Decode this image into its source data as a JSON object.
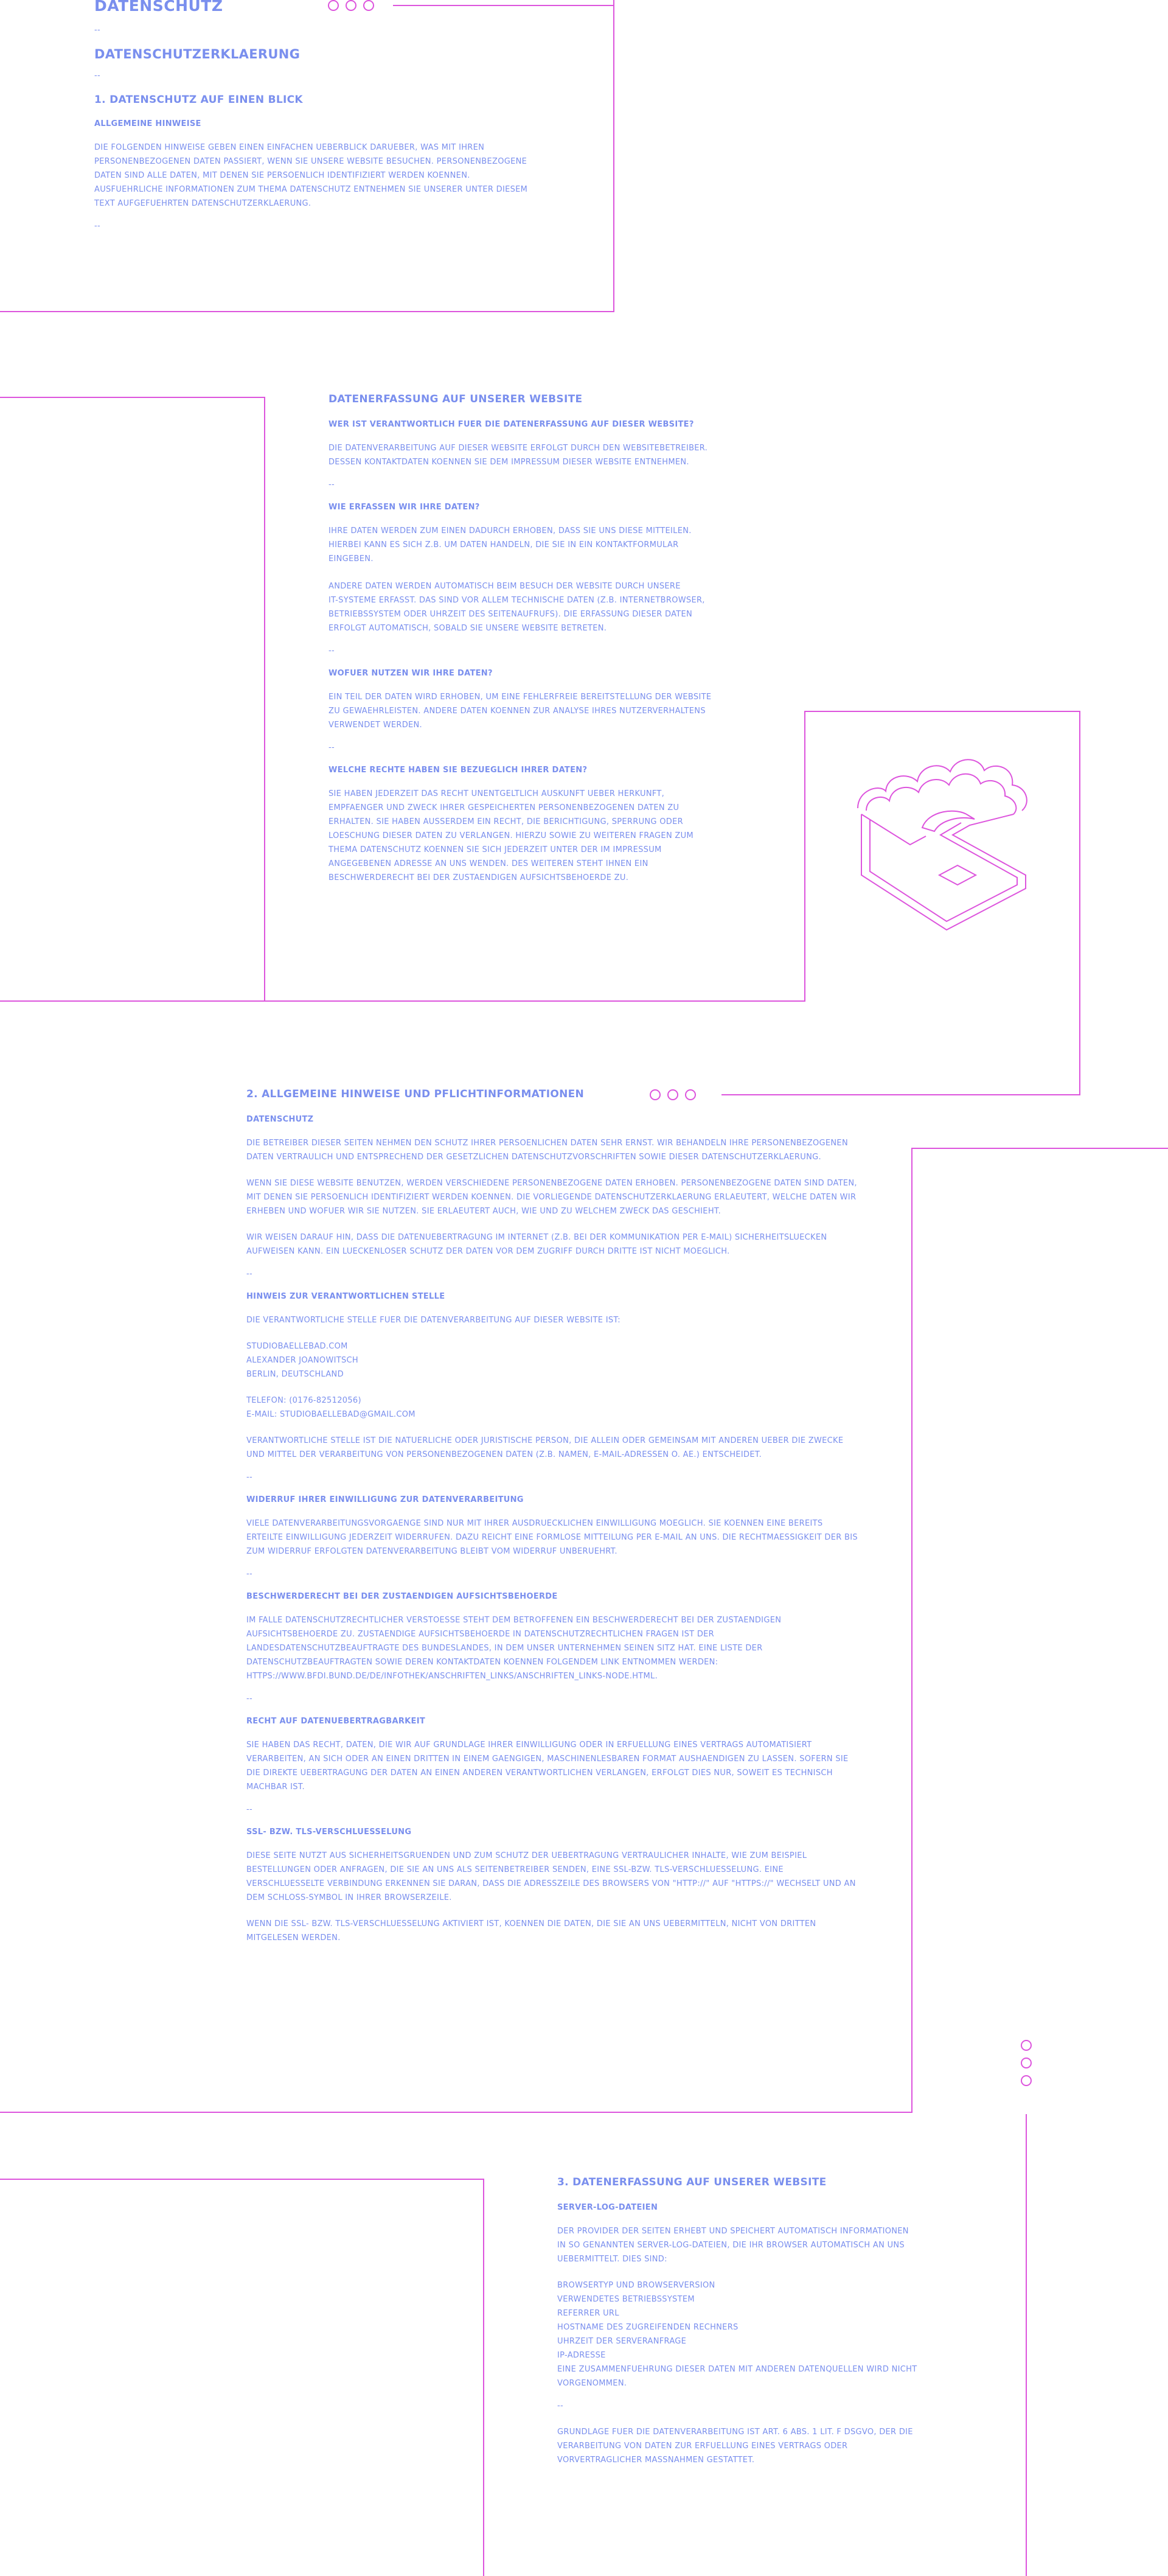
{
  "colors": {
    "text": "#7a8fee",
    "frame": "#dd55dd",
    "background": "#ffffff"
  },
  "section1": {
    "title": "DATENSCHUTZ",
    "sep1": "--",
    "subtitle": "DATENSCHUTZERKLAERUNG",
    "sep2": "--",
    "heading": "1. DATENSCHUTZ AUF EINEN BLICK",
    "subheading": "ALLGEMEINE HINWEISE",
    "paragraph": "DIE FOLGENDEN HINWEISE GEBEN EINEN EINFACHEN UEBERBLICK DARUEBER, WAS MIT IHREN\nPERSONENBEZOGENEN DATEN PASSIERT, WENN SIE UNSERE WEBSITE BESUCHEN. PERSONENBEZOGENE\nDATEN SIND ALLE DATEN, MIT DENEN SIE PERSOENLICH IDENTIFIZIERT WERDEN KOENNEN.\nAUSFUEHRLICHE INFORMATIONEN ZUM THEMA DATENSCHUTZ ENTNEHMEN SIE UNSERER UNTER DIESEM\nTEXT AUFGEFUEHRTEN DATENSCHUTZERKLAERUNG.",
    "sep3": "--"
  },
  "section2": {
    "heading": "DATENERFASSUNG AUF UNSERER WEBSITE",
    "q1": "WER IST VERANTWORTLICH FUER DIE DATENERFASSUNG AUF DIESER WEBSITE?",
    "a1": "DIE DATENVERARBEITUNG AUF DIESER WEBSITE ERFOLGT DURCH DEN WEBSITEBETREIBER.\nDESSEN KONTAKTDATEN KOENNEN SIE DEM IMPRESSUM DIESER WEBSITE ENTNEHMEN.",
    "sep1": "--",
    "q2": "WIE ERFASSEN WIR IHRE DATEN?",
    "a2a": "IHRE DATEN WERDEN ZUM EINEN DADURCH ERHOBEN, DASS SIE UNS DIESE MITTEILEN.\nHIERBEI KANN ES SICH Z.B. UM DATEN HANDELN, DIE SIE IN EIN KONTAKTFORMULAR\nEINGEBEN.",
    "a2b": "ANDERE DATEN WERDEN AUTOMATISCH BEIM BESUCH DER WEBSITE DURCH UNSERE\nIT-SYSTEME ERFASST. DAS SIND VOR ALLEM TECHNISCHE DATEN (Z.B. INTERNETBROWSER,\nBETRIEBSSYSTEM ODER UHRZEIT DES SEITENAUFRUFS). DIE ERFASSUNG DIESER DATEN\nERFOLGT AUTOMATISCH, SOBALD SIE UNSERE WEBSITE BETRETEN.",
    "sep2": "--",
    "q3": "WOFUER NUTZEN WIR IHRE DATEN?",
    "a3": "EIN TEIL DER DATEN WIRD ERHOBEN, UM EINE FEHLERFREIE BEREITSTELLUNG DER WEBSITE\nZU GEWAEHRLEISTEN. ANDERE DATEN KOENNEN ZUR ANALYSE IHRES NUTZERVERHALTENS\nVERWENDET WERDEN.",
    "sep3": "--",
    "q4": "WELCHE RECHTE HABEN SIE BEZUEGLICH IHRER DATEN?",
    "a4": "SIE HABEN JEDERZEIT DAS RECHT UNENTGELTLICH AUSKUNFT UEBER HERKUNFT,\nEMPFAENGER UND ZWECK IHRER GESPEICHERTEN PERSONENBEZOGENEN DATEN ZU\nERHALTEN. SIE HABEN AUSSERDEM EIN RECHT, DIE BERICHTIGUNG, SPERRUNG ODER\nLOESCHUNG DIESER DATEN ZU VERLANGEN. HIERZU SOWIE ZU WEITEREN FRAGEN ZUM\nTHEMA DATENSCHUTZ KOENNEN SIE SICH JEDERZEIT UNTER DER IM IMPRESSUM\nANGEGEBENEN ADRESSE AN UNS WENDEN. DES WEITEREN STEHT IHNEN EIN\nBESCHWERDERECHT BEI DER ZUSTAENDIGEN AUFSICHTSBEHOERDE ZU."
  },
  "section3": {
    "heading": "2. ALLGEMEINE HINWEISE UND PFLICHTINFORMATIONEN",
    "h_datenschutz": "DATENSCHUTZ",
    "p1": "DIE BETREIBER DIESER SEITEN NEHMEN DEN SCHUTZ IHRER PERSOENLICHEN DATEN SEHR ERNST. WIR BEHANDELN IHRE PERSONENBEZOGENEN\nDATEN VERTRAULICH UND ENTSPRECHEND DER GESETZLICHEN DATENSCHUTZVORSCHRIFTEN SOWIE DIESER DATENSCHUTZERKLAERUNG.",
    "p2": "WENN SIE DIESE WEBSITE BENUTZEN, WERDEN VERSCHIEDENE PERSONENBEZOGENE DATEN ERHOBEN. PERSONENBEZOGENE DATEN SIND DATEN,\nMIT DENEN SIE PERSOENLICH IDENTIFIZIERT WERDEN KOENNEN. DIE VORLIEGENDE DATENSCHUTZERKLAERUNG ERLAEUTERT, WELCHE DATEN WIR\nERHEBEN UND WOFUER WIR SIE NUTZEN. SIE ERLAEUTERT AUCH, WIE UND ZU WELCHEM ZWECK DAS GESCHIEHT.",
    "p3": "WIR WEISEN DARAUF HIN, DASS DIE DATENUEBERTRAGUNG IM INTERNET (Z.B. BEI DER KOMMUNIKATION PER E-MAIL) SICHERHEITSLUECKEN\nAUFWEISEN KANN. EIN LUECKENLOSER SCHUTZ DER DATEN VOR DEM ZUGRIFF DURCH DRITTE IST NICHT MOEGLICH.",
    "sep1": "--",
    "h_stelle": "HINWEIS ZUR VERANTWORTLICHEN STELLE",
    "p4": "DIE VERANTWORTLICHE STELLE FUER DIE DATENVERARBEITUNG AUF DIESER WEBSITE IST:",
    "address": "STUDIOBAELLEBAD.COM\nALEXANDER JOANOWITSCH\nBERLIN, DEUTSCHLAND",
    "contact": "TELEFON: (0176-82512056)\nE-MAIL: STUDIOBAELLEBAD@GMAIL.COM",
    "p5": "VERANTWORTLICHE STELLE IST DIE NATUERLICHE ODER JURISTISCHE PERSON, DIE ALLEIN ODER GEMEINSAM MIT ANDEREN UEBER DIE ZWECKE\nUND MITTEL DER VERARBEITUNG VON PERSONENBEZOGENEN DATEN (Z.B. NAMEN, E-MAIL-ADRESSEN O. AE.) ENTSCHEIDET.",
    "sep2": "--",
    "h_widerruf": "WIDERRUF IHRER EINWILLIGUNG ZUR DATENVERARBEITUNG",
    "p6": "VIELE DATENVERARBEITUNGSVORGAENGE SIND NUR MIT IHRER AUSDRUECKLICHEN EINWILLIGUNG MOEGLICH. SIE KOENNEN EINE BEREITS\nERTEILTE EINWILLIGUNG JEDERZEIT WIDERRUFEN. DAZU REICHT EINE FORMLOSE MITTEILUNG PER E-MAIL AN UNS. DIE RECHTMAESSIGKEIT DER BIS\nZUM WIDERRUF ERFOLGTEN DATENVERARBEITUNG BLEIBT VOM WIDERRUF UNBERUEHRT.",
    "sep3": "--",
    "h_beschwerde": "BESCHWERDERECHT BEI DER ZUSTAENDIGEN AUFSICHTSBEHOERDE",
    "p7": "IM FALLE DATENSCHUTZRECHTLICHER VERSTOESSE STEHT DEM BETROFFENEN EIN BESCHWERDERECHT BEI DER ZUSTAENDIGEN\nAUFSICHTSBEHOERDE ZU. ZUSTAENDIGE AUFSICHTSBEHOERDE IN DATENSCHUTZRECHTLICHEN FRAGEN IST DER\nLANDESDATENSCHUTZBEAUFTRAGTE DES BUNDESLANDES, IN DEM UNSER UNTERNEHMEN SEINEN SITZ HAT. EINE LISTE DER\nDATENSCHUTZBEAUFTRAGTEN SOWIE DEREN KONTAKTDATEN KOENNEN FOLGENDEM LINK ENTNOMMEN WERDEN:\nHTTPS://WWW.BFDI.BUND.DE/DE/INFOTHEK/ANSCHRIFTEN_LINKS/ANSCHRIFTEN_LINKS-NODE.HTML.",
    "sep4": "--",
    "h_uebertrag": "RECHT AUF DATENUEBERTRAGBARKEIT",
    "p8": "SIE HABEN DAS RECHT, DATEN, DIE WIR AUF GRUNDLAGE IHRER EINWILLIGUNG ODER IN ERFUELLUNG EINES VERTRAGS AUTOMATISIERT\nVERARBEITEN, AN SICH ODER AN EINEN DRITTEN IN EINEM GAENGIGEN, MASCHINENLESBAREN FORMAT AUSHAENDIGEN ZU LASSEN. SOFERN SIE\nDIE DIREKTE UEBERTRAGUNG DER DATEN AN EINEN ANDEREN VERANTWORTLICHEN VERLANGEN, ERFOLGT DIES NUR, SOWEIT ES TECHNISCH\nMACHBAR IST.",
    "sep5": "--",
    "h_ssl": "SSL- BZW. TLS-VERSCHLUESSELUNG",
    "p9": "DIESE SEITE NUTZT AUS SICHERHEITSGRUENDEN UND ZUM SCHUTZ DER UEBERTRAGUNG VERTRAULICHER INHALTE, WIE ZUM BEISPIEL\nBESTELLUNGEN ODER ANFRAGEN, DIE SIE AN UNS ALS SEITENBETREIBER SENDEN, EINE SSL-BZW. TLS-VERSCHLUESSELUNG. EINE\nVERSCHLUESSELTE VERBINDUNG ERKENNEN SIE DARAN, DASS DIE ADRESSZEILE DES BROWSERS VON \"HTTP://\" AUF \"HTTPS://\" WECHSELT UND AN\nDEM SCHLOSS-SYMBOL IN IHRER BROWSERZEILE.",
    "p10": "WENN DIE SSL- BZW. TLS-VERSCHLUESSELUNG AKTIVIERT IST, KOENNEN DIE DATEN, DIE SIE AN UNS UEBERMITTELN, NICHT VON DRITTEN\nMITGELESEN WERDEN."
  },
  "section4": {
    "heading": "3. DATENERFASSUNG AUF UNSERER WEBSITE",
    "h_server": "SERVER-LOG-DATEIEN",
    "p1": "DER PROVIDER DER SEITEN ERHEBT UND SPEICHERT AUTOMATISCH INFORMATIONEN\nIN SO GENANNTEN SERVER-LOG-DATEIEN, DIE IHR BROWSER AUTOMATISCH AN UNS\nUEBERMITTELT. DIES SIND:",
    "list": "BROWSERTYP UND BROWSERVERSION\nVERWENDETES BETRIEBSSYSTEM\nREFERRER URL\nHOSTNAME DES ZUGREIFENDEN RECHNERS\nUHRZEIT DER SERVERANFRAGE\nIP-ADRESSE\nEINE ZUSAMMENFUEHRUNG DIESER DATEN MIT ANDEREN DATENQUELLEN WIRD NICHT\nVORGENOMMEN.",
    "sep1": "--",
    "p2": "GRUNDLAGE FUER DIE DATENVERARBEITUNG IST ART. 6 ABS. 1 LIT. F DSGVO, DER DIE\nVERARBEITUNG VON DATEN ZUR ERFUELLUNG EINES VERTRAGS ODER\nVORVERTRAGLICHER MASSNAHMEN GESTATTET."
  }
}
